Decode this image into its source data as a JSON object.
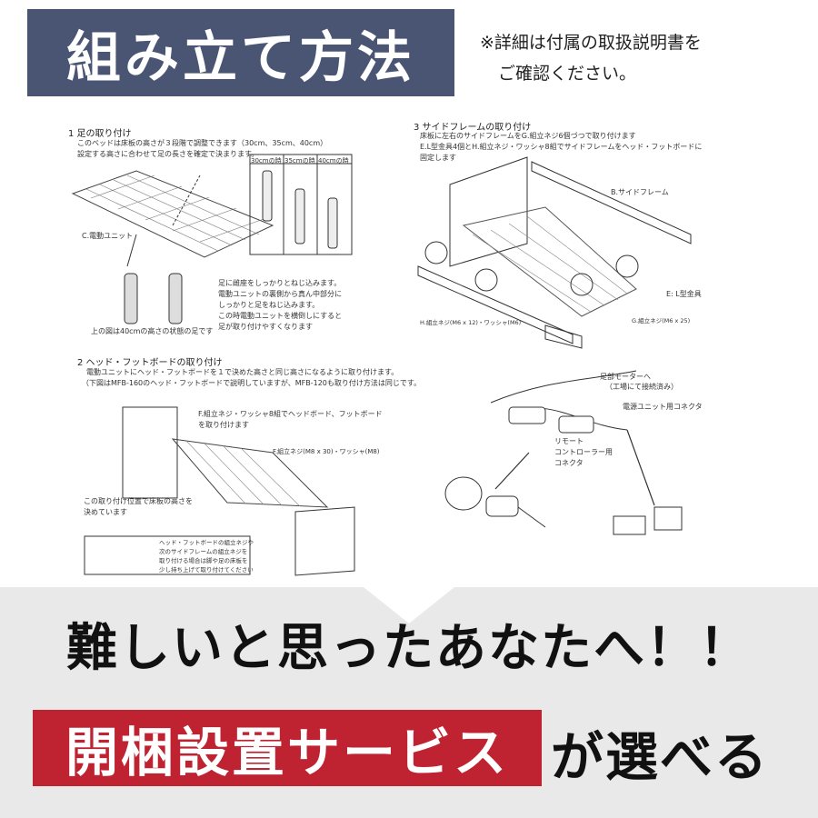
{
  "header": {
    "title": "組み立て方法",
    "note_line1": "※詳細は付属の取扱説明書を",
    "note_line2": "ご確認ください。"
  },
  "manual": {
    "step1": {
      "title": "1  足の取り付け",
      "line1": "このベッドは床板の高さが３段階で調整できます（30cm、35cm、40cm）",
      "line2": "設定する高さに合わせて足の長さを確定で決まります。",
      "legs_headers": [
        "30cmの時",
        "35cmの時",
        "40cmの時"
      ],
      "unit_label": "C.電動ユニット",
      "instr1": "足に雌座をしっかりとねじ込みます。",
      "instr2": "電動ユニットの裏側から真ん中部分に",
      "instr3": "しっかりと足をねじ込みます。",
      "instr4": "この時電動ユニットを横倒しにすると",
      "instr5": "足が取り付けやすくなります",
      "caption": "上の図は40cmの高さの状態の足です"
    },
    "step2": {
      "title": "2  ヘッド・フットボードの取り付け",
      "line1": "電動ユニットにヘッド・フットボードを１で決めた高さと同じ高さになるように取り付けます。",
      "line2": "（下図はMFB-160のヘッド・フットボードで説明していますが、MFB-120も取り付け方法は同じです。",
      "instr1": "F.組立ネジ・ワッシャ8組でヘッドボード、フットボード",
      "instr2": "を取り付けます",
      "screw_label": "F.組立ネジ(M8 x 30)・ワッシャ(M8)",
      "pos_label1": "この取り付け位置で床板の高さを",
      "pos_label2": "決めています",
      "box1": "ヘッド・フットボードの組立ネジや",
      "box2": "次のサイドフレームの組立ネジを",
      "box3": "取り付ける場合は脚や足の床板を",
      "box4": "少し持ち上げて取り付けてください"
    },
    "step3": {
      "title": "3  サイドフレームの取り付け",
      "line1": "床板に左右のサイドフレームをG.組立ネジ6個づつで取り付けます",
      "line2": "E.L型金具4個とH.組立ネジ・ワッシャ8組でサイドフレームをヘッド・フットボードに",
      "line3": "固定します",
      "frame_label": "B.サイドフレーム",
      "bracket_label": "E: L型金具",
      "screw_h": "H.組立ネジ(M6 x 12)・ワッシャ(M6)",
      "screw_g": "G.組立ネジ(M6 x 25)"
    },
    "connector": {
      "motor1": "足部モーターへ",
      "motor2": "（工場にて接続済み）",
      "power": "電源ユニット用コネクタ",
      "remote1": "リモート",
      "remote2": "コントローラー用",
      "remote3": "コネクタ"
    }
  },
  "banner": {
    "headline": "難しいと思ったあなたへ！！",
    "service": "開梱設置サービス",
    "service_tail": "が選べる"
  },
  "colors": {
    "title_bg": "#4a5573",
    "service_bg": "#bf2331",
    "bottom_bg": "#e9e9e9"
  }
}
